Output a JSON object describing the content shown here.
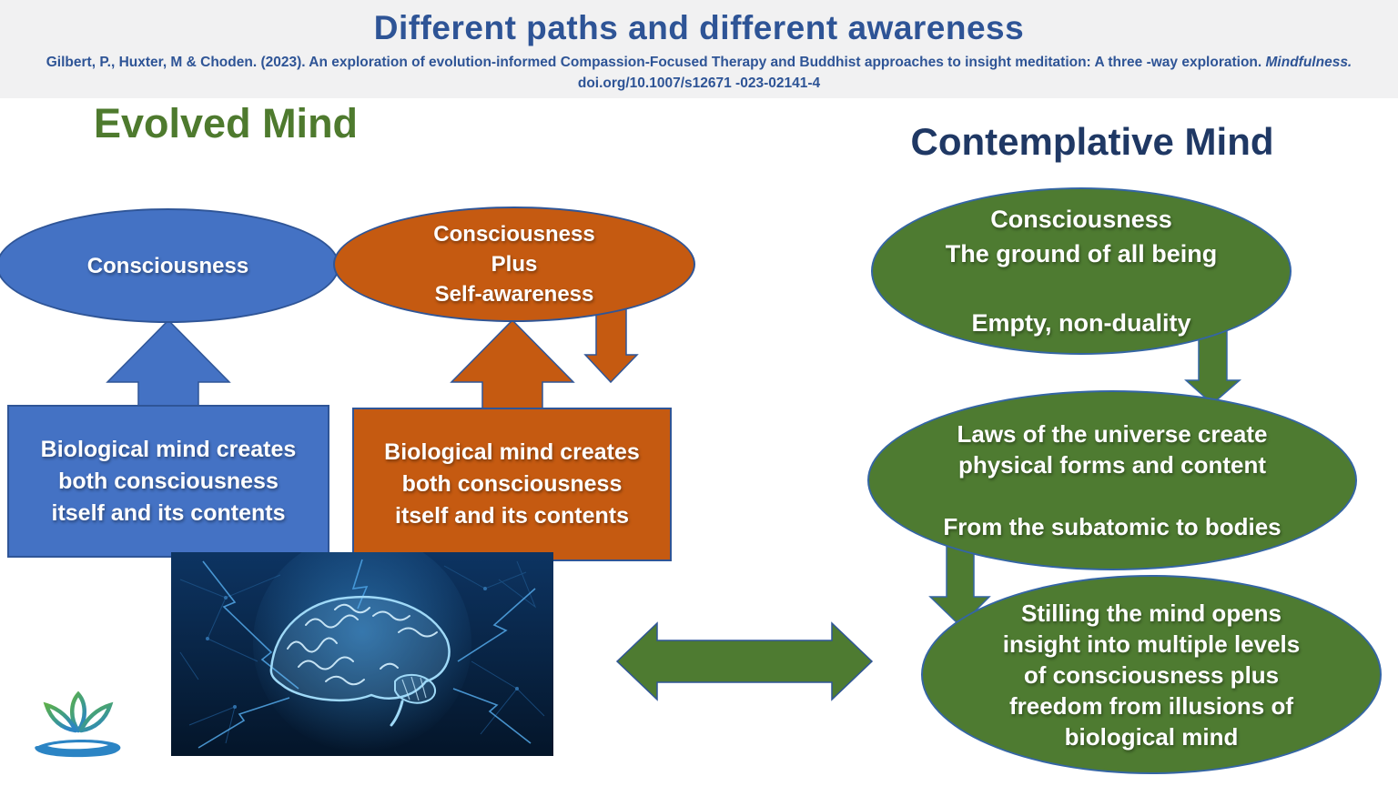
{
  "header": {
    "title": "Different paths and different awareness",
    "citation_text": "Gilbert, P.,  Huxter, M & Choden. (2023). An exploration of evolution-informed Compassion-Focused Therapy and Buddhist approaches to insight meditation: A three -way exploration. ",
    "citation_journal": "Mindfulness.",
    "doi": "doi.org/10.1007/s12671 -023-02141-4"
  },
  "left_section": {
    "heading": "Evolved Mind",
    "consciousness_ellipse": {
      "label": "Consciousness"
    },
    "consciousness_plus_ellipse": {
      "lines": [
        "Consciousness",
        "Plus",
        "Self-awareness"
      ]
    },
    "biological_box_blue": {
      "lines": [
        "Biological mind creates",
        "both consciousness",
        "itself and its contents"
      ]
    },
    "biological_box_orange": {
      "lines": [
        "Biological mind creates",
        "both consciousness",
        "itself and its contents"
      ]
    }
  },
  "right_section": {
    "heading": "Contemplative Mind",
    "ground_ellipse": {
      "lines": [
        "Consciousness",
        "The ground of all being",
        "Empty, non-duality"
      ]
    },
    "laws_ellipse": {
      "lines": [
        "Laws of the universe create",
        "physical forms and content",
        "From the subatomic to bodies"
      ]
    },
    "stilling_ellipse": {
      "lines": [
        "Stilling the mind opens",
        "insight into multiple levels",
        "of consciousness plus",
        "freedom from illusions of",
        "biological mind"
      ]
    }
  },
  "icons": {
    "brain_image": "glowing-blue-brain-with-neural-lightning",
    "lotus_logo": "lotus-flower-on-water-logo",
    "arrows": [
      "up-arrow-blue",
      "up-arrow-orange",
      "down-arrow-orange",
      "down-arrow-green-1",
      "down-arrow-green-2",
      "horizontal-double-arrow-green"
    ]
  },
  "colors": {
    "header_band": "#f1f1f2",
    "title_blue": "#2e5496",
    "evolved_green": "#4e7a2e",
    "contemplative_navy": "#1f3864",
    "shape_blue": "#4472c4",
    "shape_orange": "#c55a11",
    "shape_green": "#4e7b31",
    "outline_blue": "#2f5597",
    "text_white": "#ffffff"
  }
}
